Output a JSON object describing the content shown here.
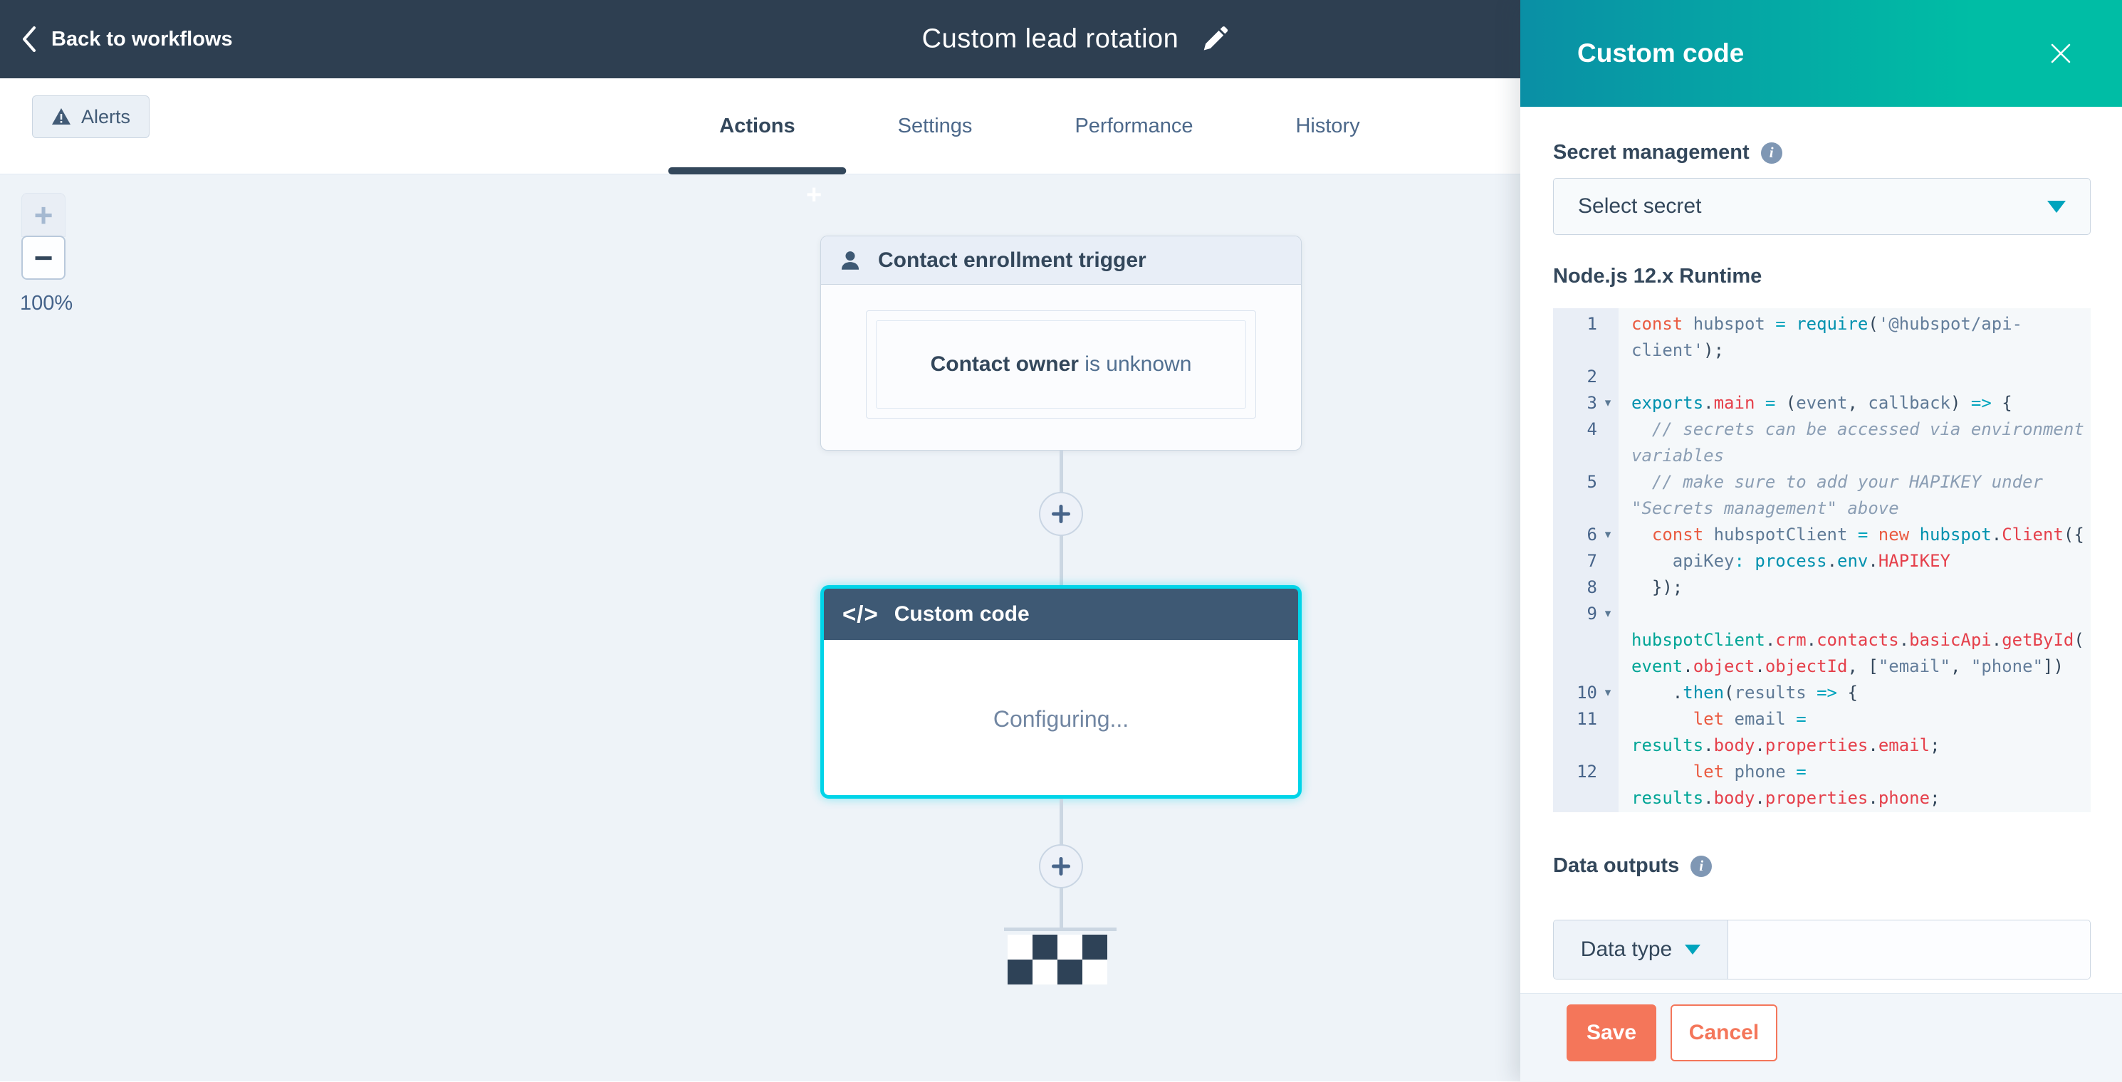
{
  "topbar": {
    "back_label": "Back to workflows",
    "title": "Custom lead rotation"
  },
  "tabs": {
    "alerts_label": "Alerts",
    "items": [
      {
        "label": "Actions",
        "active": true
      },
      {
        "label": "Settings",
        "active": false
      },
      {
        "label": "Performance",
        "active": false
      },
      {
        "label": "History",
        "active": false
      }
    ]
  },
  "canvas": {
    "zoom_level": "100%",
    "zoom_in_label": "+",
    "zoom_out_label": "−",
    "plus_marker": "+",
    "trigger_card": {
      "title": "Contact enrollment trigger",
      "condition_bold": "Contact owner",
      "condition_rest": " is unknown"
    },
    "custom_code_node": {
      "title": "Custom code",
      "status": "Configuring..."
    }
  },
  "panel": {
    "title": "Custom code",
    "secret_section": {
      "label": "Secret management",
      "dropdown_value": "Select secret"
    },
    "runtime_label": "Node.js 12.x Runtime",
    "code_editor": {
      "rows": [
        {
          "n": "1",
          "fold": false,
          "seg": [
            [
              "k",
              "const "
            ],
            [
              "v",
              "hubspot "
            ],
            [
              "o",
              "= "
            ],
            [
              "f",
              "require"
            ],
            [
              "p",
              "("
            ],
            [
              "s",
              "'@hubspot/api-"
            ]
          ]
        },
        {
          "n": "",
          "fold": false,
          "seg": [
            [
              "s",
              "client'"
            ],
            [
              "p",
              ");"
            ]
          ]
        },
        {
          "n": "2",
          "fold": false,
          "seg": []
        },
        {
          "n": "3",
          "fold": true,
          "seg": [
            [
              "f",
              "exports"
            ],
            [
              "p",
              "."
            ],
            [
              "r",
              "main"
            ],
            [
              "o",
              " = "
            ],
            [
              "p",
              "("
            ],
            [
              "v",
              "event"
            ],
            [
              "p",
              ", "
            ],
            [
              "v",
              "callback"
            ],
            [
              "p",
              ") "
            ],
            [
              "o",
              "=> "
            ],
            [
              "p",
              "{"
            ]
          ]
        },
        {
          "n": "4",
          "fold": false,
          "seg": [
            [
              "c",
              "  // secrets can be accessed via environment"
            ]
          ]
        },
        {
          "n": "",
          "fold": false,
          "seg": [
            [
              "c",
              "variables"
            ]
          ]
        },
        {
          "n": "5",
          "fold": false,
          "seg": [
            [
              "c",
              "  // make sure to add your HAPIKEY under"
            ]
          ]
        },
        {
          "n": "",
          "fold": false,
          "seg": [
            [
              "c",
              "\"Secrets management\" above"
            ]
          ]
        },
        {
          "n": "6",
          "fold": true,
          "seg": [
            [
              "k",
              "  const "
            ],
            [
              "v",
              "hubspotClient "
            ],
            [
              "o",
              "= "
            ],
            [
              "k",
              "new "
            ],
            [
              "f",
              "hubspot"
            ],
            [
              "p",
              "."
            ],
            [
              "r",
              "Client"
            ],
            [
              "p",
              "({"
            ]
          ]
        },
        {
          "n": "7",
          "fold": false,
          "seg": [
            [
              "v",
              "    apiKey"
            ],
            [
              "o",
              ": "
            ],
            [
              "f",
              "process"
            ],
            [
              "p",
              "."
            ],
            [
              "f",
              "env"
            ],
            [
              "p",
              "."
            ],
            [
              "r",
              "HAPIKEY"
            ]
          ]
        },
        {
          "n": "8",
          "fold": false,
          "seg": [
            [
              "p",
              "  });"
            ]
          ]
        },
        {
          "n": "9",
          "fold": true,
          "seg": []
        },
        {
          "n": "",
          "fold": false,
          "seg": [
            [
              "g",
              "hubspotClient"
            ],
            [
              "p",
              "."
            ],
            [
              "r",
              "crm"
            ],
            [
              "p",
              "."
            ],
            [
              "r",
              "contacts"
            ],
            [
              "p",
              "."
            ],
            [
              "r",
              "basicApi"
            ],
            [
              "p",
              "."
            ],
            [
              "r",
              "getById"
            ],
            [
              "p",
              "("
            ]
          ]
        },
        {
          "n": "",
          "fold": false,
          "seg": [
            [
              "g",
              "event"
            ],
            [
              "p",
              "."
            ],
            [
              "r",
              "object"
            ],
            [
              "p",
              "."
            ],
            [
              "r",
              "objectId"
            ],
            [
              "p",
              ", ["
            ],
            [
              "s",
              "\"email\""
            ],
            [
              "p",
              ", "
            ],
            [
              "s",
              "\"phone\""
            ],
            [
              "p",
              "])"
            ]
          ]
        },
        {
          "n": "10",
          "fold": true,
          "seg": [
            [
              "p",
              "    ."
            ],
            [
              "f",
              "then"
            ],
            [
              "p",
              "("
            ],
            [
              "v",
              "results"
            ],
            [
              "o",
              " => "
            ],
            [
              "p",
              "{"
            ]
          ]
        },
        {
          "n": "11",
          "fold": false,
          "seg": [
            [
              "k",
              "      let "
            ],
            [
              "v",
              "email"
            ],
            [
              "o",
              " ="
            ]
          ]
        },
        {
          "n": "",
          "fold": false,
          "seg": [
            [
              "g",
              "results"
            ],
            [
              "p",
              "."
            ],
            [
              "r",
              "body"
            ],
            [
              "p",
              "."
            ],
            [
              "r",
              "properties"
            ],
            [
              "p",
              "."
            ],
            [
              "r",
              "email"
            ],
            [
              "p",
              ";"
            ]
          ]
        },
        {
          "n": "12",
          "fold": false,
          "seg": [
            [
              "k",
              "      let "
            ],
            [
              "v",
              "phone"
            ],
            [
              "o",
              " ="
            ]
          ]
        },
        {
          "n": "",
          "fold": false,
          "seg": [
            [
              "g",
              "results"
            ],
            [
              "p",
              "."
            ],
            [
              "r",
              "body"
            ],
            [
              "p",
              "."
            ],
            [
              "r",
              "properties"
            ],
            [
              "p",
              "."
            ],
            [
              "r",
              "phone"
            ],
            [
              "p",
              ";"
            ]
          ]
        }
      ]
    },
    "data_outputs": {
      "label": "Data outputs",
      "data_type_label": "Data type",
      "field_value": ""
    },
    "footer": {
      "save_label": "Save",
      "cancel_label": "Cancel"
    }
  },
  "colors": {
    "navbar": "#2e3f51",
    "panel_gradient_start": "#0a8fa5",
    "panel_gradient_end": "#00bda5",
    "selection_cyan": "#00d4e8",
    "save_orange": "#f4765a",
    "canvas_bg": "#eef3f8"
  }
}
